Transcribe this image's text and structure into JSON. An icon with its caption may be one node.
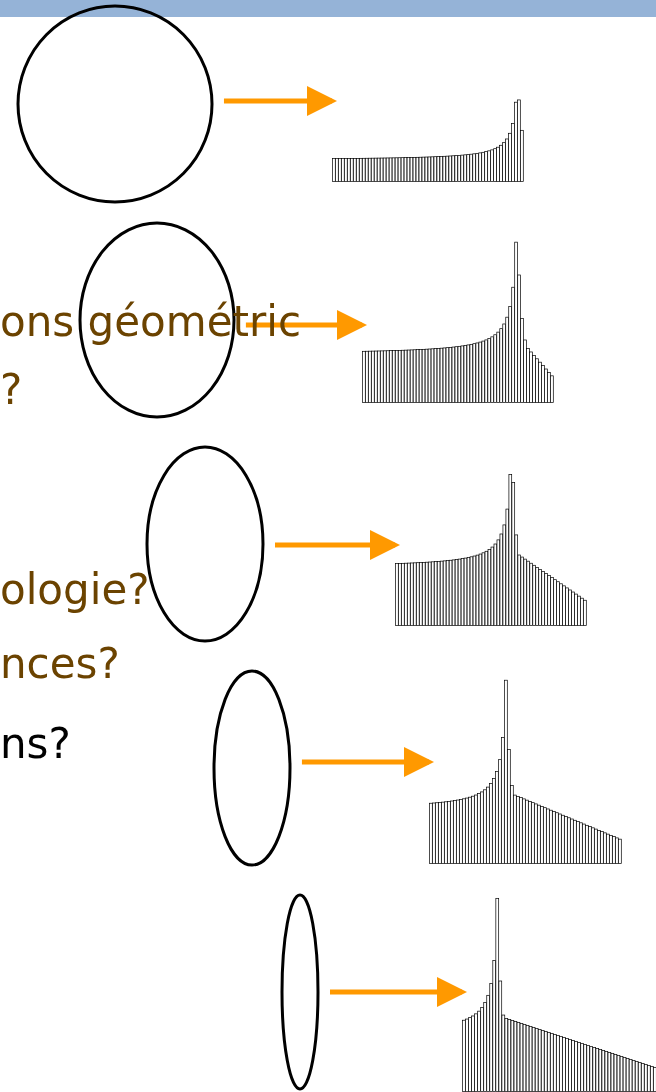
{
  "diagram": {
    "nodes": [
      {
        "text": [],
        "shape": "circle"
      },
      {
        "text": [],
        "shape": "picture"
      },
      {
        "text": [],
        "shape": "ellipse"
      },
      {
        "text": [],
        "shape": "picture"
      },
      {
        "text": [],
        "shape": "ellipse"
      },
      {
        "text": [],
        "shape": "picture"
      },
      {
        "text": [],
        "shape": "ellipse"
      },
      {
        "text": [],
        "shape": "picture"
      },
      {
        "text": [],
        "shape": "ellipse"
      },
      {
        "text": [],
        "shape": "picture"
      }
    ],
    "edges": [
      {
        "from": 0,
        "to": 1,
        "arrow": "to"
      },
      {
        "from": 2,
        "to": 3,
        "arrow": "to"
      },
      {
        "from": 4,
        "to": 5,
        "arrow": "to"
      },
      {
        "from": 6,
        "to": 7,
        "arrow": "to"
      },
      {
        "from": 8,
        "to": 9,
        "arrow": "to"
      }
    ],
    "labels": [
      "ons géométric",
      "?",
      "ologie?",
      "nces?",
      "ns?"
    ]
  }
}
